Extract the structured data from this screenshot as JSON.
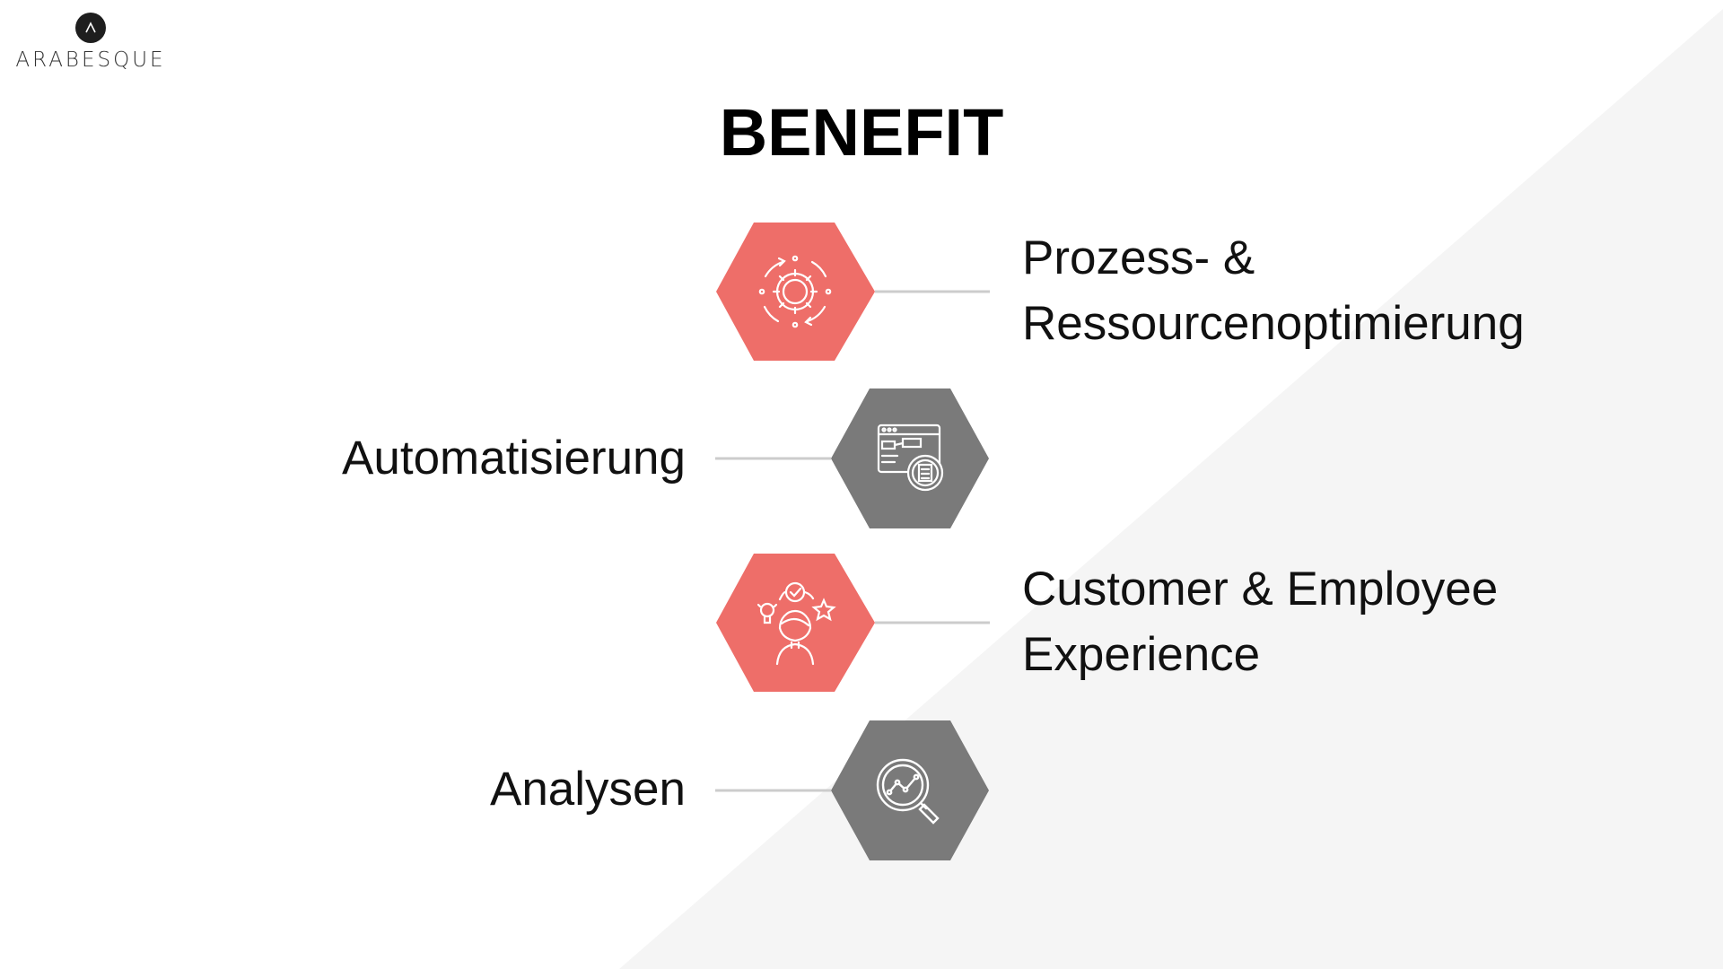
{
  "logo": {
    "text": "ARABESQUE"
  },
  "title": "BENEFIT",
  "colors": {
    "coral": "#ee6e69",
    "gray": "#7a7a7a",
    "line": "#cccccc",
    "background_shape": "#f5f5f5"
  },
  "benefits": [
    {
      "line1": "Prozess- &",
      "line2": "Ressourcenoptimierung",
      "icon": "gear-cycle-icon",
      "side": "right",
      "color": "coral"
    },
    {
      "line1": "Automatisierung",
      "icon": "workflow-automation-icon",
      "side": "left",
      "color": "gray"
    },
    {
      "line1": "Customer & Employee",
      "line2": "Experience",
      "icon": "person-ideas-icon",
      "side": "right",
      "color": "coral"
    },
    {
      "line1": "Analysen",
      "icon": "analytics-magnifier-icon",
      "side": "left",
      "color": "gray"
    }
  ]
}
